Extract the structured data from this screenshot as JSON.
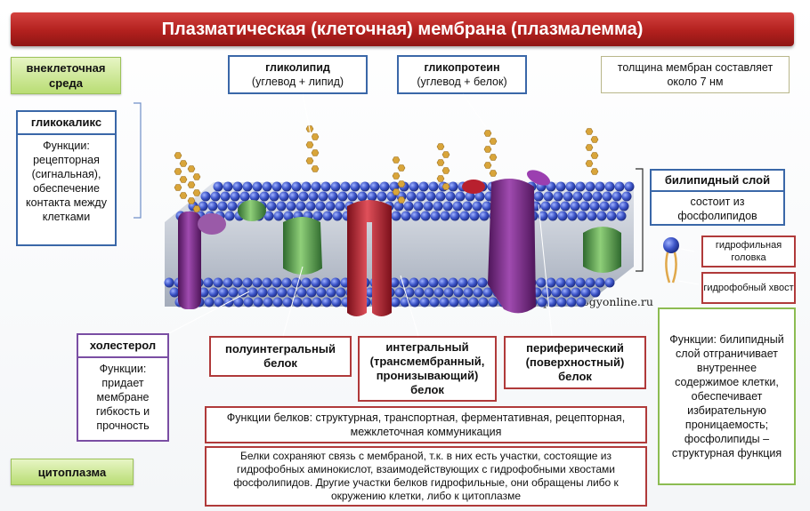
{
  "title": "Плазматическая (клеточная) мембрана (плазмалемма)",
  "extracellular": "внеклеточная среда",
  "cytoplasm": "цитоплазма",
  "glycocalyx": {
    "head": "гликокаликс",
    "body": "Функции: рецепторная (сигнальная), обеспечение контакта между клетками"
  },
  "glycolipid": {
    "head": "гликолипид",
    "sub": "(углевод + липид)"
  },
  "glycoprotein": {
    "head": "гликопротеин",
    "sub": "(углевод + белок)"
  },
  "thickness": "толщина мембран составляет около 7 нм",
  "bilipid": {
    "head": "билипидный слой",
    "body": "состоит из фосфолипидов"
  },
  "hydrophilic": "гидрофильная головка",
  "hydrophobic": "гидрофобный хвост",
  "bilipid_functions": "Функции: билипидный слой отграничивает внутреннее содержимое клетки, обеспечивает избирательную проницаемость; фосфолипиды – структурная функция",
  "url": "http://biologyonline.ru",
  "cholesterol": {
    "head": "холестерол",
    "body": "Функции: придает мембране гибкость и прочность"
  },
  "semi_integral": "полуинтегральный белок",
  "integral": "интегральный (трансмембранный, пронизывающий) белок",
  "peripheral": "периферический (поверхностный) белок",
  "protein_functions": "Функции белков: структурная, транспортная, ферментативная, рецепторная, межклеточная коммуникация",
  "protein_note": "Белки сохраняют связь с мембраной, т.к. в них есть участки, состоящие из гидрофобных аминокислот, взаимодействующих с гидрофобными хвостами фосфолипидов. Другие участки белков гидрофильные, они обращены либо к окружению клетки, либо к цитоплазме",
  "colors": {
    "title_red": "#b2201e",
    "lipid_head_blue": "#3d55c8",
    "protein_purple": "#7b2a86",
    "protein_red": "#b8202e",
    "protein_green": "#5f9a4a",
    "carbohydrate_gold": "#d9a53a"
  }
}
